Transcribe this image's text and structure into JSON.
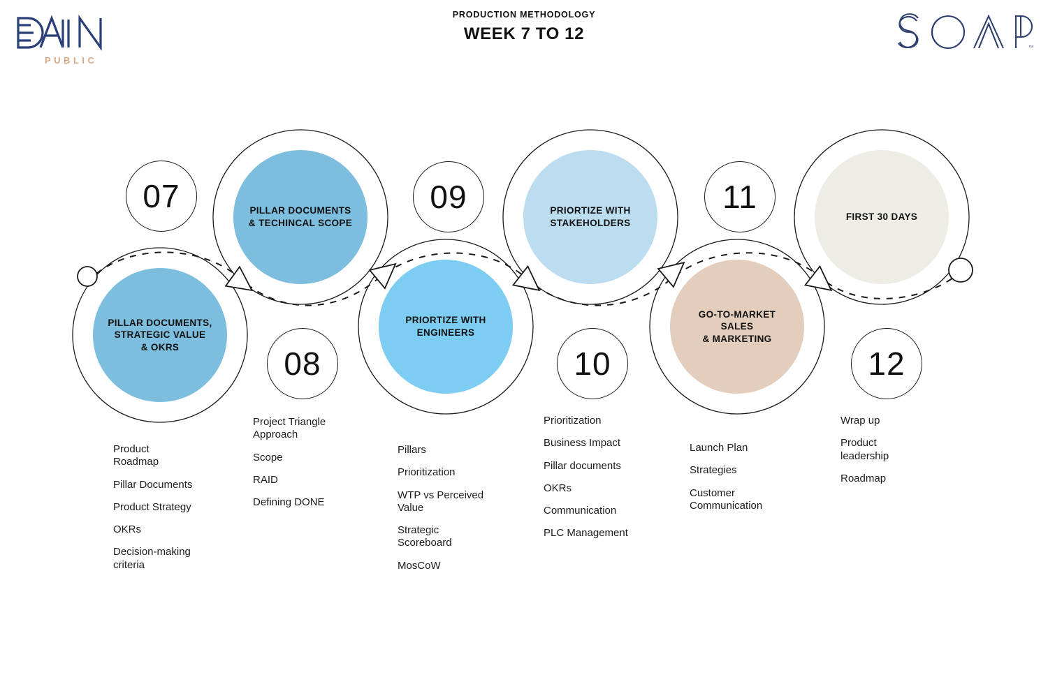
{
  "header": {
    "eyebrow": "PRODUCTION METHODOLOGY",
    "title": "WEEK 7 TO 12"
  },
  "logos": {
    "left": {
      "name": "BAIN",
      "sub": "PUBLIC",
      "color": "#2A3F77",
      "sub_color": "#D6A986"
    },
    "right": {
      "name": "SOAP",
      "color": "#2F406F"
    }
  },
  "colors": {
    "steel_blue": "#7DBEDE",
    "sky_blue": "#7DCDF2",
    "pale_blue": "#BCDCF0",
    "tan": "#E3CDBC",
    "cream": "#EDEDE5",
    "outline": "#1a1a1a"
  },
  "steps": [
    {
      "number": "07",
      "title": "PILLAR DOCUMENTS,\nSTRATEGIC VALUE\n& OKRS",
      "fill": "#7DBEDE",
      "items": [
        "Product\nRoadmap",
        "Pillar Documents",
        "Product Strategy",
        "OKRs",
        "Decision-making\ncriteria"
      ]
    },
    {
      "number": "08",
      "title": "PILLAR DOCUMENTS\n& TECHINCAL SCOPE",
      "fill": "#7DBEDE",
      "items": [
        "Project Triangle\nApproach",
        "Scope",
        "RAID",
        "Defining DONE"
      ]
    },
    {
      "number": "09",
      "title": "PRIORTIZE WITH\nENGINEERS",
      "fill": "#7DCDF2",
      "items": [
        "Pillars",
        "Prioritization",
        "WTP vs Perceived\nValue",
        "Strategic\nScoreboard",
        "MosCoW"
      ]
    },
    {
      "number": "10",
      "title": "PRIORTIZE WITH\nSTAKEHOLDERS",
      "fill": "#BCDCF0",
      "items": [
        "Prioritization",
        "Business Impact",
        "Pillar documents",
        "OKRs",
        "Communication",
        "PLC Management"
      ]
    },
    {
      "number": "11",
      "title": "GO-TO-MARKET\nSALES\n& MARKETING",
      "fill": "#E3CDBC",
      "items": [
        "Launch Plan",
        "Strategies",
        "Customer\nCommunication"
      ]
    },
    {
      "number": "12",
      "title": "FIRST 30 DAYS",
      "fill": "#EDEDE5",
      "items": [
        "Wrap up",
        "Product\nleadership",
        "Roadmap"
      ]
    }
  ]
}
